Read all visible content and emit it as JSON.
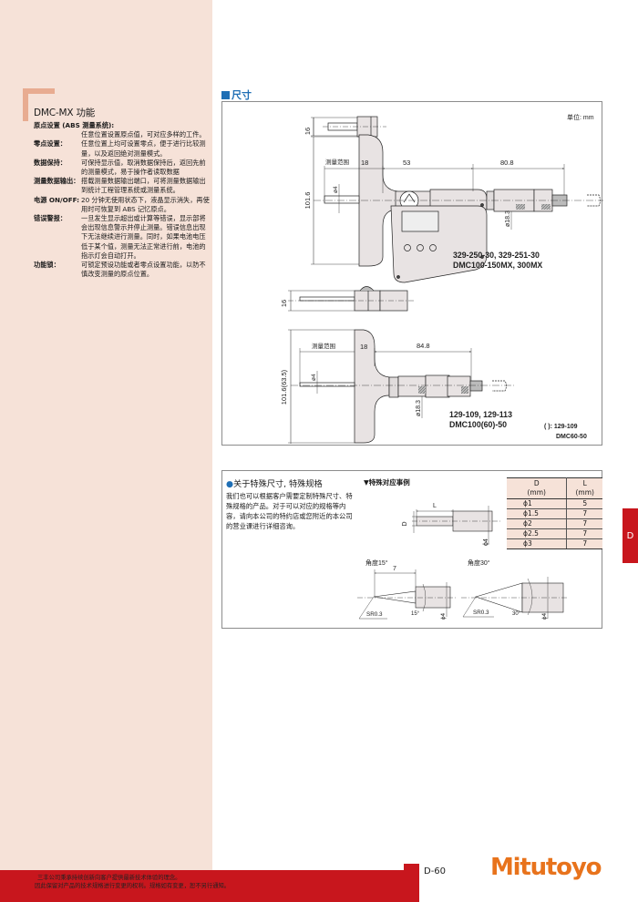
{
  "features": {
    "title": "DMC-MX 功能",
    "items": [
      {
        "label": "原点设置 (ABS 测量系统):",
        "desc": "任意位置设置原点值，可对应多样的工件。",
        "full_label": true
      },
      {
        "label": "零点设置：",
        "desc": "任意位置上均可设置零点，便于进行比较测量，以及返回绝对测量模式。"
      },
      {
        "label": "数据保持：",
        "desc": "可保持显示值，取消数据保持后，返回先前的测量模式，易于操作者读取数据"
      },
      {
        "label": "测量数据输出：",
        "desc": "搭载测量数据输出端口，可将测量数据输出到统计工程管理系统或测量系统。"
      },
      {
        "label": "电源 ON/OFF:",
        "desc": "20 分钟无使用状态下，液晶显示消失，再使用时可恢复到 ABS 记忆原点。"
      },
      {
        "label": "错误警报：",
        "desc": "一旦发生显示超出或计算等错误，显示部将会出现信息警示并停止测量。错误信息出现下无法继续进行测量。同时，如果电池电压低于某个值，测量无法正常进行前，电池的指示灯会自动打开。"
      },
      {
        "label": "功能锁：",
        "desc": "可锁定预设功能或者零点设置功能，以防不慎改变测量的原点位置。"
      }
    ]
  },
  "dimensions": {
    "section_title": "尺寸",
    "unit_label": "单位: mm",
    "drawing1": {
      "height_top": "16",
      "range_label": "测量范围",
      "base_width": "18",
      "dim_a": "53",
      "dim_b": "80.8",
      "rod_dia": "ø4",
      "body_dia": "ø18.3",
      "height": "101.6",
      "models_line1": "329-250-30, 329-251-30",
      "models_line2": "DMC100-150MX, 300MX"
    },
    "drawing2": {
      "height_top": "16",
      "range_label": "测量范围",
      "base_width": "18",
      "dim_a": "84.8",
      "rod_dia": "ø4",
      "body_dia": "ø18.3",
      "height": "101.6(63.5)",
      "models_line1": "129-109, 129-113",
      "models_line2": "DMC100(60)-50",
      "note_line1": "( ): 129-109",
      "note_line2": "DMC60-50"
    }
  },
  "special": {
    "title": "关于特殊尺寸, 特殊规格",
    "body": "我们也可以根据客户需要定制特殊尺寸、特殊规格的产品。对于可以对应的规格等内容，请向本公司的特约店或您附近的本公司的营业课进行详细咨询。",
    "example_title": "▼特殊对应事例",
    "example_labels": {
      "L": "L",
      "D": "D",
      "phi4": "ϕ4"
    },
    "angle15": {
      "title": "角度15°",
      "len": "7",
      "sr": "SR0.3",
      "angle": "15°",
      "dia": "ϕ4"
    },
    "angle30": {
      "title": "角度30°",
      "sr": "SR0.3",
      "angle": "30°",
      "dia": "ϕ4"
    },
    "table": {
      "headers": [
        [
          "D",
          "(mm)"
        ],
        [
          "L",
          "(mm)"
        ]
      ],
      "rows": [
        {
          "d": "ϕ1",
          "l": "5"
        },
        {
          "d": "ϕ1.5",
          "l": "7"
        },
        {
          "d": "ϕ2",
          "l": "7"
        },
        {
          "d": "ϕ2.5",
          "l": "7"
        },
        {
          "d": "ϕ3",
          "l": "7"
        }
      ]
    }
  },
  "side_tab": "D",
  "footer": {
    "notice_line1": "三丰公司秉承持续创新向客户提供最新技术体验的理念。",
    "notice_line2": "因此保留对产品的技术规格进行变更的权利。规格如有变更，恕不另行通知。",
    "page_number": "D-60",
    "brand": "Mitutoyo"
  },
  "colors": {
    "accent_blue": "#1f6fb5",
    "panel_peach": "#f6e2d8",
    "brand_orange": "#e8731c",
    "footer_red": "#c8161d"
  }
}
